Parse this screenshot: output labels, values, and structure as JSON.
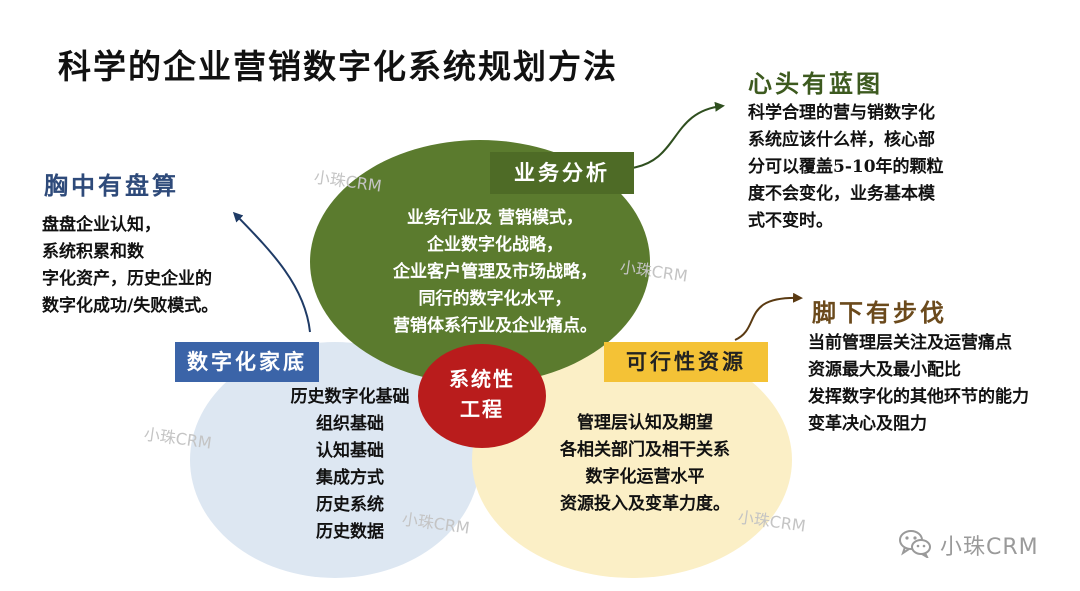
{
  "title": "科学的企业营销数字化系统规划方法",
  "left_panel": {
    "heading": "胸中有盘算",
    "lines": [
      "盘盘企业认知，",
      "系统积累和数",
      "字化资产，历史企业的",
      "数字化成功/失败模式。"
    ]
  },
  "right_top_panel": {
    "heading": "心头有蓝图",
    "lines": [
      "科学合理的营与销数字化",
      "系统应该什么样，核心部",
      "分可以覆盖5-10年的颗粒",
      "度不会变化，业务基本模",
      "式不变时。"
    ]
  },
  "right_mid_panel": {
    "heading": "脚下有步伐",
    "lines": [
      "当前管理层关注及运营痛点",
      "资源最大及最小配比",
      "发挥数字化的其他环节的能力",
      "变革决心及阻力"
    ]
  },
  "circles": {
    "business": {
      "label": "业务分析",
      "lines": [
        "业务行业及 营销模式，",
        "企业数字化战略，",
        "企业客户管理及市场战略，",
        "同行的数字化水平，",
        "营销体系行业及企业痛点。"
      ]
    },
    "digital": {
      "label": "数字化家底",
      "lines": [
        "历史数字化基础",
        "组织基础",
        "认知基础",
        "集成方式",
        "历史系统",
        "历史数据"
      ]
    },
    "feasible": {
      "label": "可行性资源",
      "lines": [
        "管理层认知及期望",
        "各相关部门及相干关系",
        "数字化运营水平",
        "资源投入及变革力度。"
      ]
    }
  },
  "core": {
    "lines": [
      "系统性",
      "工程"
    ]
  },
  "watermark": "小珠CRM",
  "brand": {
    "text": "小珠CRM",
    "icon": "wechat-icon"
  },
  "colors": {
    "green": "#5b7b2e",
    "blue": "#dde7f2",
    "yellow": "#fbefc6",
    "core": "#b91c1c"
  }
}
